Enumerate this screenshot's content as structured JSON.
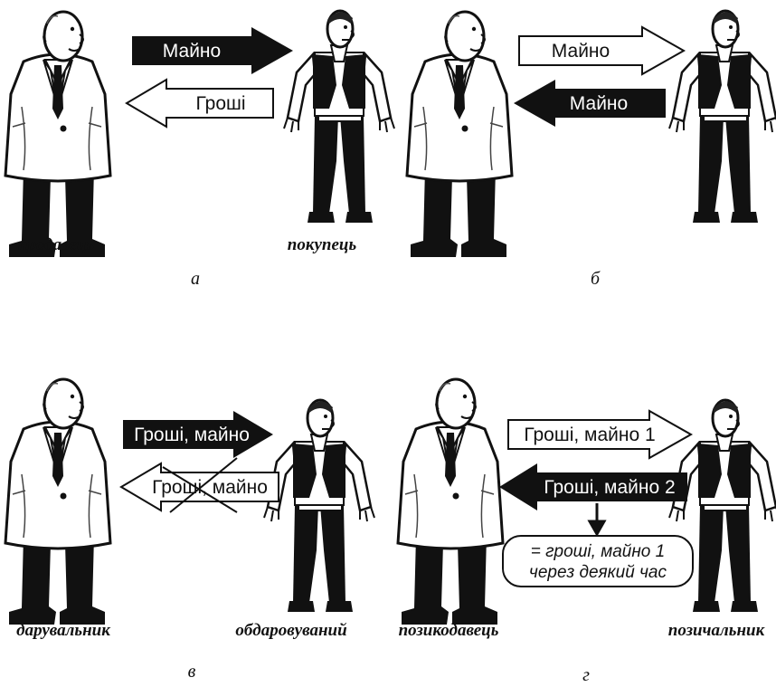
{
  "panels": {
    "a": {
      "letter": "а",
      "left_caption": "продавець",
      "right_caption": "покупець",
      "arrow_right": "Майно",
      "arrow_left": "Гроші"
    },
    "b": {
      "letter": "б",
      "arrow_right": "Майно",
      "arrow_left": "Майно"
    },
    "c": {
      "letter": "в",
      "left_caption": "дарувальник",
      "right_caption": "обдаровуваний",
      "arrow_right": "Гроші, майно",
      "arrow_left": "Гроші, майно"
    },
    "d": {
      "letter": "г",
      "left_caption": "позикодавець",
      "right_caption": "позичальник",
      "arrow_right": "Гроші, майно 1",
      "arrow_left": "Гроші, майно 2",
      "note_line1": "= гроші, майно 1",
      "note_line2": "через деякий час"
    }
  }
}
